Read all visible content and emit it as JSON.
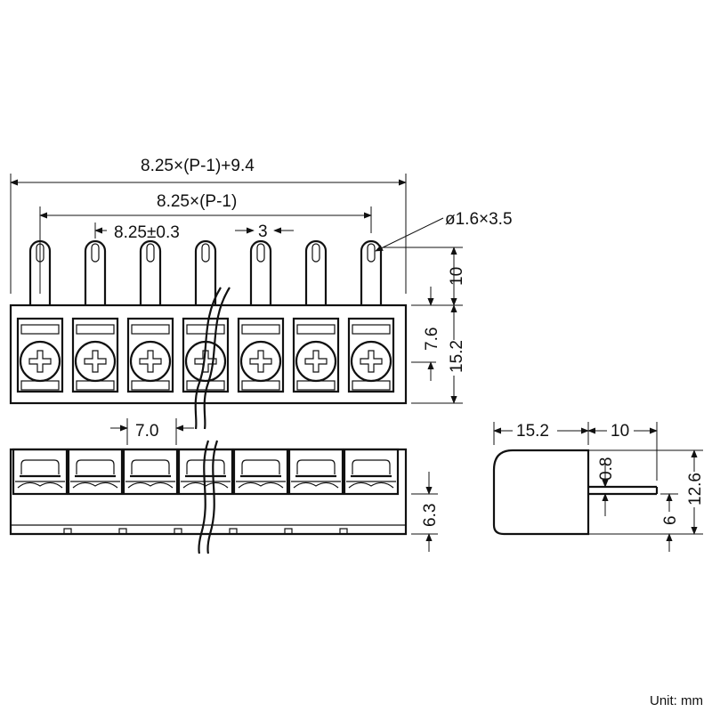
{
  "dimensions": {
    "overall_length": "8.25×(P-1)+9.4",
    "pitch_span": "8.25×(P-1)",
    "pitch": "8.25±0.3",
    "tab_width": "3",
    "hole": "ø1.6×3.5",
    "tab_length": "10",
    "screw_center": "7.6",
    "body_height": "15.2",
    "barrier_gap": "7.0",
    "base_height": "6.3",
    "side_depth": "15.2",
    "side_tab_length": "10",
    "tab_thickness": "0.8",
    "side_height": "12.6",
    "tab_offset": "6"
  },
  "unit_label": "Unit: mm",
  "colors": {
    "line": "#111111",
    "background": "#ffffff"
  }
}
